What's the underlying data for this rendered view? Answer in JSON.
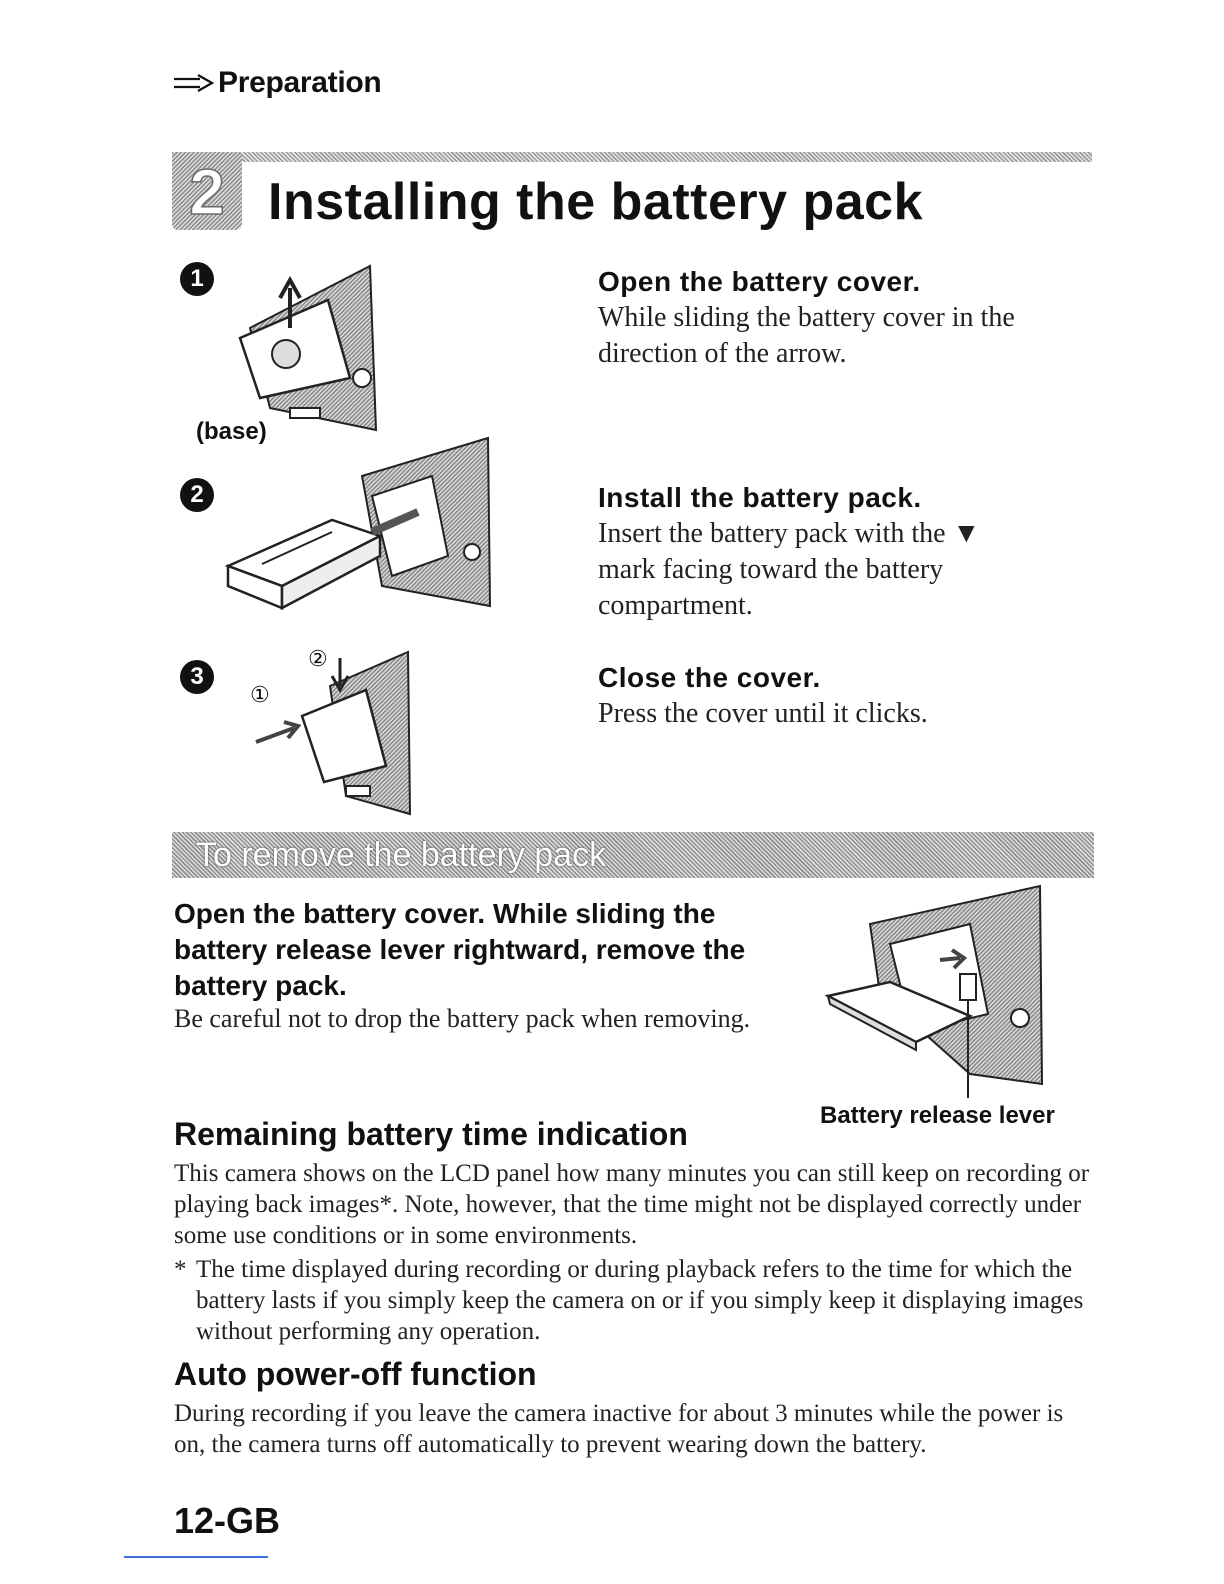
{
  "header": {
    "section_label": "Preparation"
  },
  "title": {
    "step_number": "2",
    "text": "Installing the battery pack"
  },
  "steps": [
    {
      "number": "1",
      "heading": "Open the battery cover.",
      "body": "While sliding the battery cover in the direction of the arrow.",
      "figure_caption": "(base)"
    },
    {
      "number": "2",
      "heading": "Install the battery pack.",
      "body_line1": "Insert the battery pack with the ▼",
      "body_line2": "mark facing toward the battery",
      "body_line3": "compartment."
    },
    {
      "number": "3",
      "heading": "Close the cover.",
      "body": "Press the cover until it clicks.",
      "figure_marker_1": "①",
      "figure_marker_2": "②"
    }
  ],
  "remove": {
    "band_title": "To remove the battery pack",
    "heading": "Open the battery cover. While sliding the battery release lever rightward, remove the battery pack.",
    "body": "Be careful not to drop the battery pack when removing.",
    "figure_label": "Battery release lever"
  },
  "remaining": {
    "heading": "Remaining battery time indication",
    "body": "This camera shows on the LCD panel how many minutes you can still keep on recording or playing back images*. Note, however, that the time might not be displayed correctly under some use conditions or in some environments.",
    "footnote_mark": "*",
    "footnote": "The time displayed during recording or during playback refers to the time for which the battery lasts if you simply keep the camera on or if you simply keep it displaying images without performing any operation."
  },
  "auto_power": {
    "heading": "Auto power-off function",
    "body": "During recording if you leave the camera inactive for about 3 minutes while the power is on, the camera turns off automatically to prevent wearing down the battery."
  },
  "footer": {
    "page_number": "12-GB",
    "accent_color": "#3b6fd6"
  },
  "icons": {
    "header": "double-arrow-icon",
    "title": "step-badge-icon"
  }
}
